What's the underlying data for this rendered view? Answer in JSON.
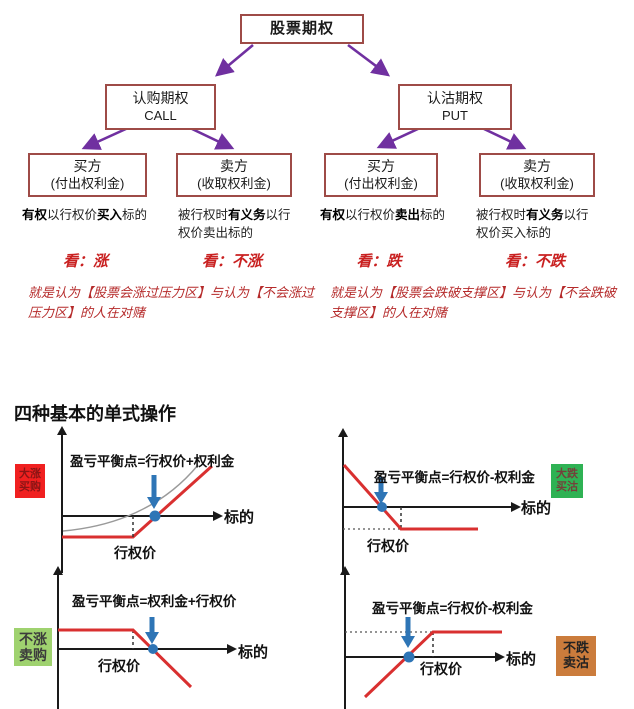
{
  "colors": {
    "box_border": "#9e4b47",
    "flow_arrow": "#7030a0",
    "accent_red_text": "#c92121",
    "payoff_line": "#d93030",
    "breakeven_marker": "#2e75b6",
    "axis": "#1a1a1a",
    "badge_buy_call_bg": "#f02020",
    "badge_buy_put_bg": "#2fb254",
    "badge_sell_call_bg": "#9fd26f",
    "badge_sell_put_bg": "#cb7c3c"
  },
  "flowchart": {
    "root_label": "股票期权",
    "level2": [
      {
        "title": "认购期权",
        "subtitle": "CALL"
      },
      {
        "title": "认沽期权",
        "subtitle": "PUT"
      }
    ],
    "parties": [
      {
        "title": "买方",
        "subtitle": "(付出权利金)"
      },
      {
        "title": "卖方",
        "subtitle": "(收取权利金)"
      },
      {
        "title": "买方",
        "subtitle": "(付出权利金)"
      },
      {
        "title": "卖方",
        "subtitle": "(收取权利金)"
      }
    ],
    "descriptions": [
      {
        "parts": [
          "有权",
          "以行权价",
          "买入",
          "标的"
        ]
      },
      {
        "parts": [
          "被行权时",
          "有义务",
          "以行权价卖出标的"
        ]
      },
      {
        "parts": [
          "有权",
          "以行权价",
          "卖出",
          "标的"
        ]
      },
      {
        "parts": [
          "被行权时",
          "有义务",
          "以行权价买入标的"
        ]
      }
    ],
    "views": [
      "看：涨",
      "看：不涨",
      "看：跌",
      "看：不跌"
    ],
    "notes": [
      "就是认为【股票会涨过压力区】与认为【不会涨过压力区】的人在对赌",
      "就是认为【股票会跌破支撑区】与认为【不会跌破支撑区】的人在对赌"
    ]
  },
  "strategies": {
    "heading": "四种基本的单式操作",
    "charts": [
      {
        "name": "buy-call",
        "badge": [
          "大涨",
          "买购"
        ],
        "formula": "盈亏平衡点=行权价+权利金",
        "x_axis_label": "标的",
        "strike_label": "行权价"
      },
      {
        "name": "buy-put",
        "badge": [
          "大跌",
          "买沽"
        ],
        "formula": "盈亏平衡点=行权价-权利金",
        "x_axis_label": "标的",
        "strike_label": "行权价"
      },
      {
        "name": "sell-call",
        "badge": [
          "不涨",
          "卖购"
        ],
        "formula": "盈亏平衡点=权利金+行权价",
        "x_axis_label": "标的",
        "strike_label": "行权价"
      },
      {
        "name": "sell-put",
        "badge": [
          "不跌",
          "卖沽"
        ],
        "formula": "盈亏平衡点=行权价-权利金",
        "x_axis_label": "标的",
        "strike_label": "行权价"
      }
    ]
  }
}
